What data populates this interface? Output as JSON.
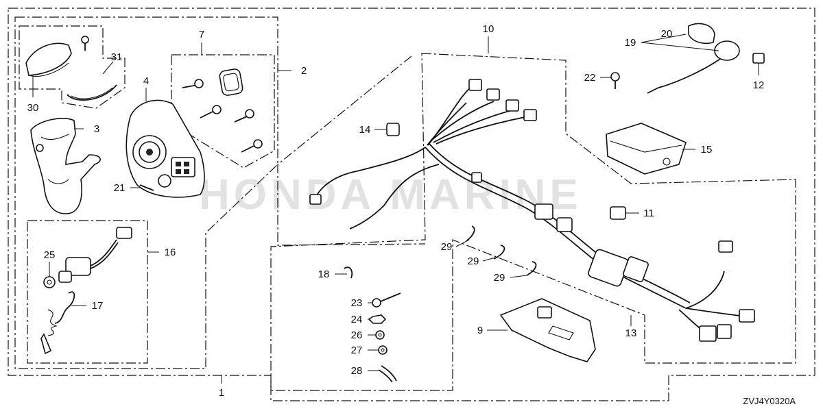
{
  "diagram": {
    "drawing_code": "ZVJ4Y0320A",
    "watermark_text": "HONDA MARINE",
    "callouts": [
      {
        "id": "c1",
        "label": "1"
      },
      {
        "id": "c2",
        "label": "2"
      },
      {
        "id": "c3",
        "label": "3"
      },
      {
        "id": "c4",
        "label": "4"
      },
      {
        "id": "c7",
        "label": "7"
      },
      {
        "id": "c9",
        "label": "9"
      },
      {
        "id": "c10",
        "label": "10"
      },
      {
        "id": "c11",
        "label": "11"
      },
      {
        "id": "c12",
        "label": "12"
      },
      {
        "id": "c13",
        "label": "13"
      },
      {
        "id": "c14",
        "label": "14"
      },
      {
        "id": "c15",
        "label": "15"
      },
      {
        "id": "c16",
        "label": "16"
      },
      {
        "id": "c17",
        "label": "17"
      },
      {
        "id": "c18",
        "label": "18"
      },
      {
        "id": "c19",
        "label": "19"
      },
      {
        "id": "c20",
        "label": "20"
      },
      {
        "id": "c21",
        "label": "21"
      },
      {
        "id": "c22",
        "label": "22"
      },
      {
        "id": "c23",
        "label": "23"
      },
      {
        "id": "c24",
        "label": "24"
      },
      {
        "id": "c25",
        "label": "25"
      },
      {
        "id": "c26",
        "label": "26"
      },
      {
        "id": "c27",
        "label": "27"
      },
      {
        "id": "c28",
        "label": "28"
      },
      {
        "id": "c29a",
        "label": "29"
      },
      {
        "id": "c29b",
        "label": "29"
      },
      {
        "id": "c29c",
        "label": "29"
      },
      {
        "id": "c30",
        "label": "30"
      },
      {
        "id": "c31",
        "label": "31"
      }
    ]
  }
}
